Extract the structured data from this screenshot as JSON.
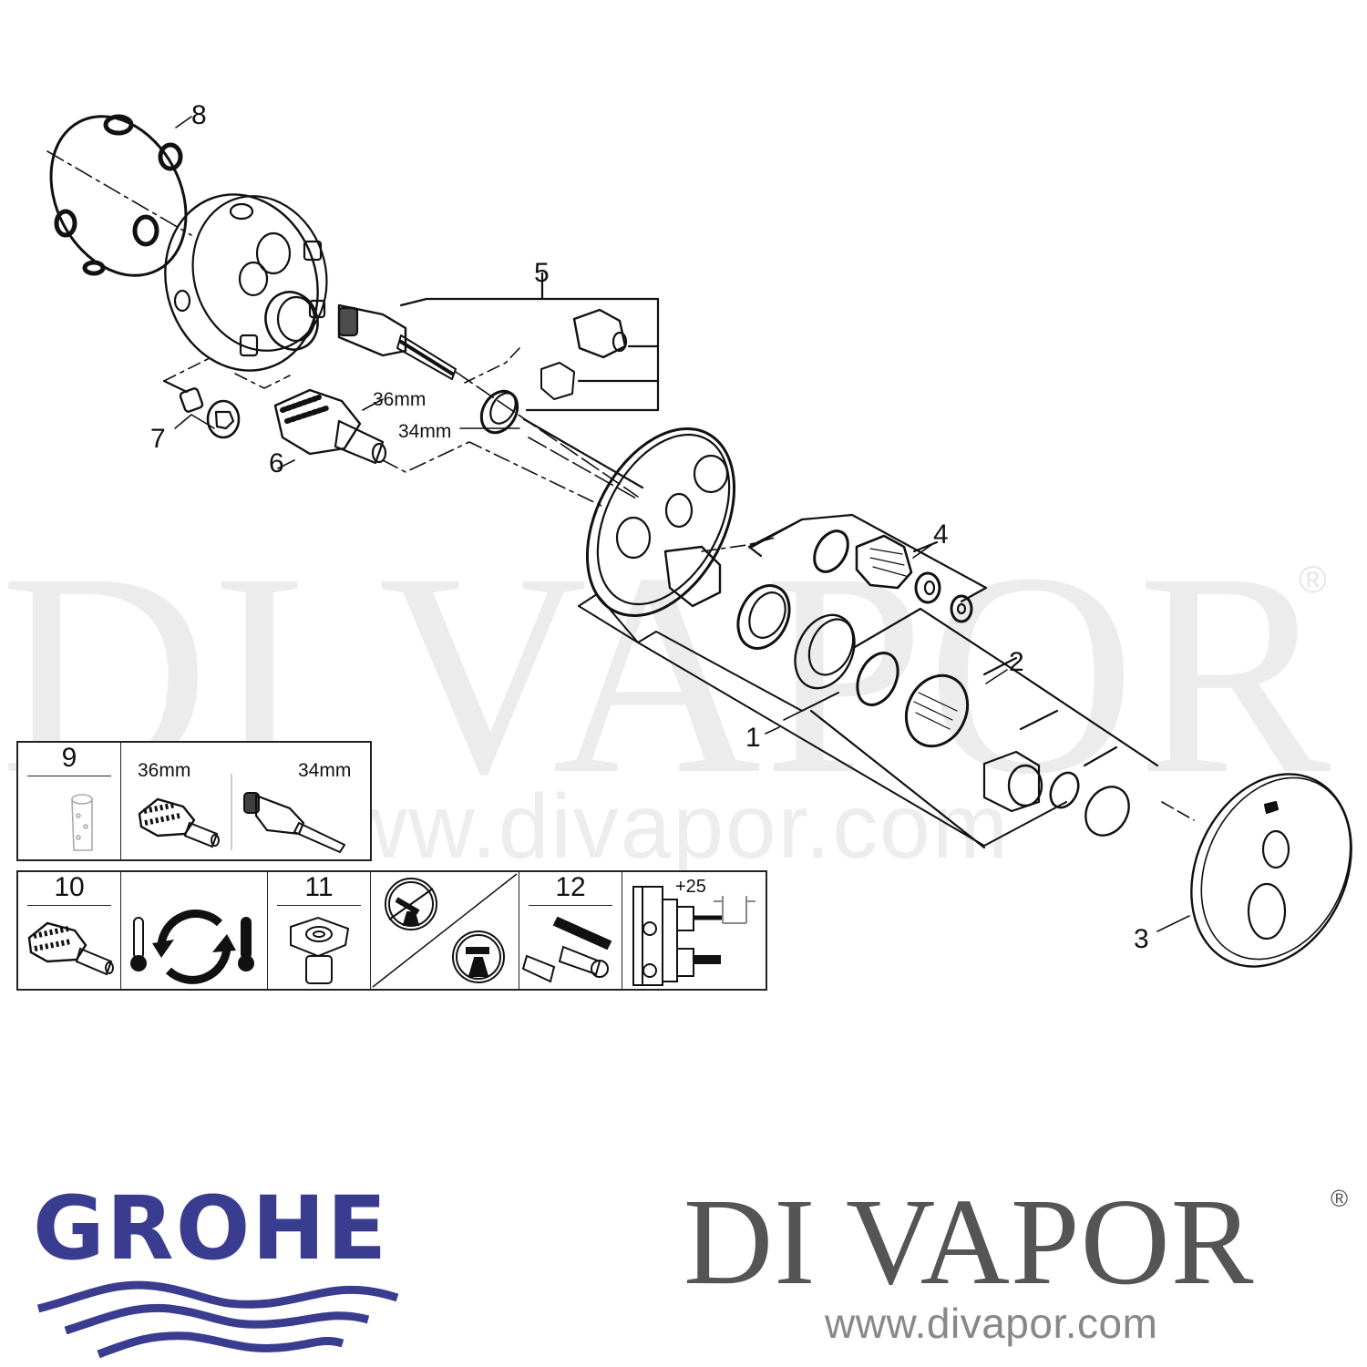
{
  "watermark": {
    "brand": "DI VAPOR",
    "registered": "®",
    "url": "www.divapor.com",
    "color": "#ececec"
  },
  "diagram": {
    "callouts": {
      "c1": "1",
      "c2": "2",
      "c3": "3",
      "c4": "4",
      "c5": "5",
      "c6": "6",
      "c7": "7",
      "c8": "8"
    },
    "dimensions": {
      "d36": "36mm",
      "d34": "34mm"
    },
    "line_color": "#111111"
  },
  "accessory_panel_top": {
    "cells": [
      {
        "number": "9",
        "icon": "socket-wrench-tool-icon"
      },
      {
        "label_left": "36mm",
        "label_right": "34mm",
        "icon_left": "cartridge-36mm-icon",
        "icon_right": "cartridge-34mm-icon"
      }
    ]
  },
  "accessory_panel_bottom": {
    "cells": [
      {
        "number": "10",
        "icon": "thermostatic-cartridge-icon"
      },
      {
        "icon": "temperature-calibration-cycle-icon"
      },
      {
        "number": "11",
        "icon": "limit-stop-icon"
      },
      {
        "icon": "handle-orientation-icon"
      },
      {
        "number": "12",
        "icon": "extension-set-icon"
      },
      {
        "label": "+25",
        "icon": "extension-depth-icon"
      }
    ]
  },
  "footer": {
    "grohe": {
      "wordmark": "GROHE",
      "color": "#3a3d8f"
    },
    "divapor": {
      "wordmark": "DI VAPOR",
      "registered": "®",
      "url": "www.divapor.com",
      "color": "#555555",
      "url_color": "#888888"
    }
  }
}
